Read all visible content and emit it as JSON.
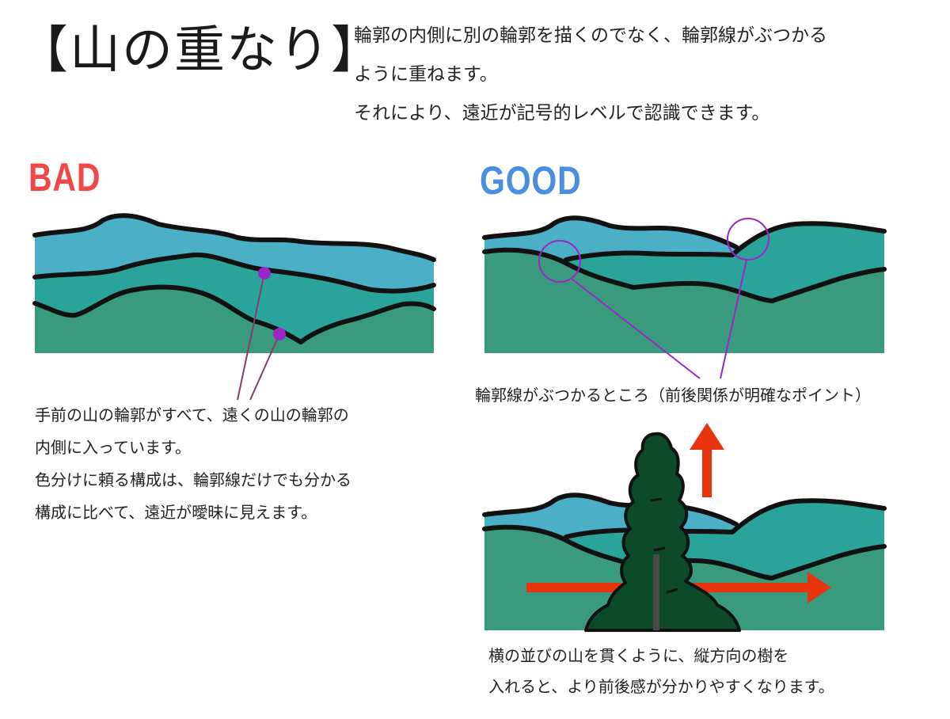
{
  "title": "【山の重なり】",
  "intro": {
    "line1": "輪郭の内側に別の輪郭を描くのでなく、輪郭線がぶつかる",
    "line2": "ように重ねます。",
    "line3": "それにより、遠近が記号的レベルで認識できます。"
  },
  "bad": {
    "label": "BAD",
    "caption": [
      "手前の山の輪郭がすべて、遠くの山の輪郭の",
      "内側に入っています。",
      "色分けに頼る構成は、輪郭線だけでも分かる",
      "構成に比べて、遠近が曖昧に見えます。"
    ]
  },
  "good": {
    "label": "GOOD",
    "caption": "輪郭線がぶつかるところ（前後関係が明確なポイント）"
  },
  "tree": {
    "caption": [
      "横の並びの山を貫くように、縦方向の樹を",
      "入れると、より前後感が分かりやすくなります。"
    ]
  },
  "colors": {
    "bad_label": "#f04848",
    "good_label": "#4a8ee0",
    "mountain_far": "#4bafc6",
    "mountain_mid": "#2aa39a",
    "mountain_near": "#3a9a7d",
    "tree": "#0c4a2a",
    "marker": "#9b27c9",
    "arrow": "#e8340f",
    "outline": "#111111"
  }
}
